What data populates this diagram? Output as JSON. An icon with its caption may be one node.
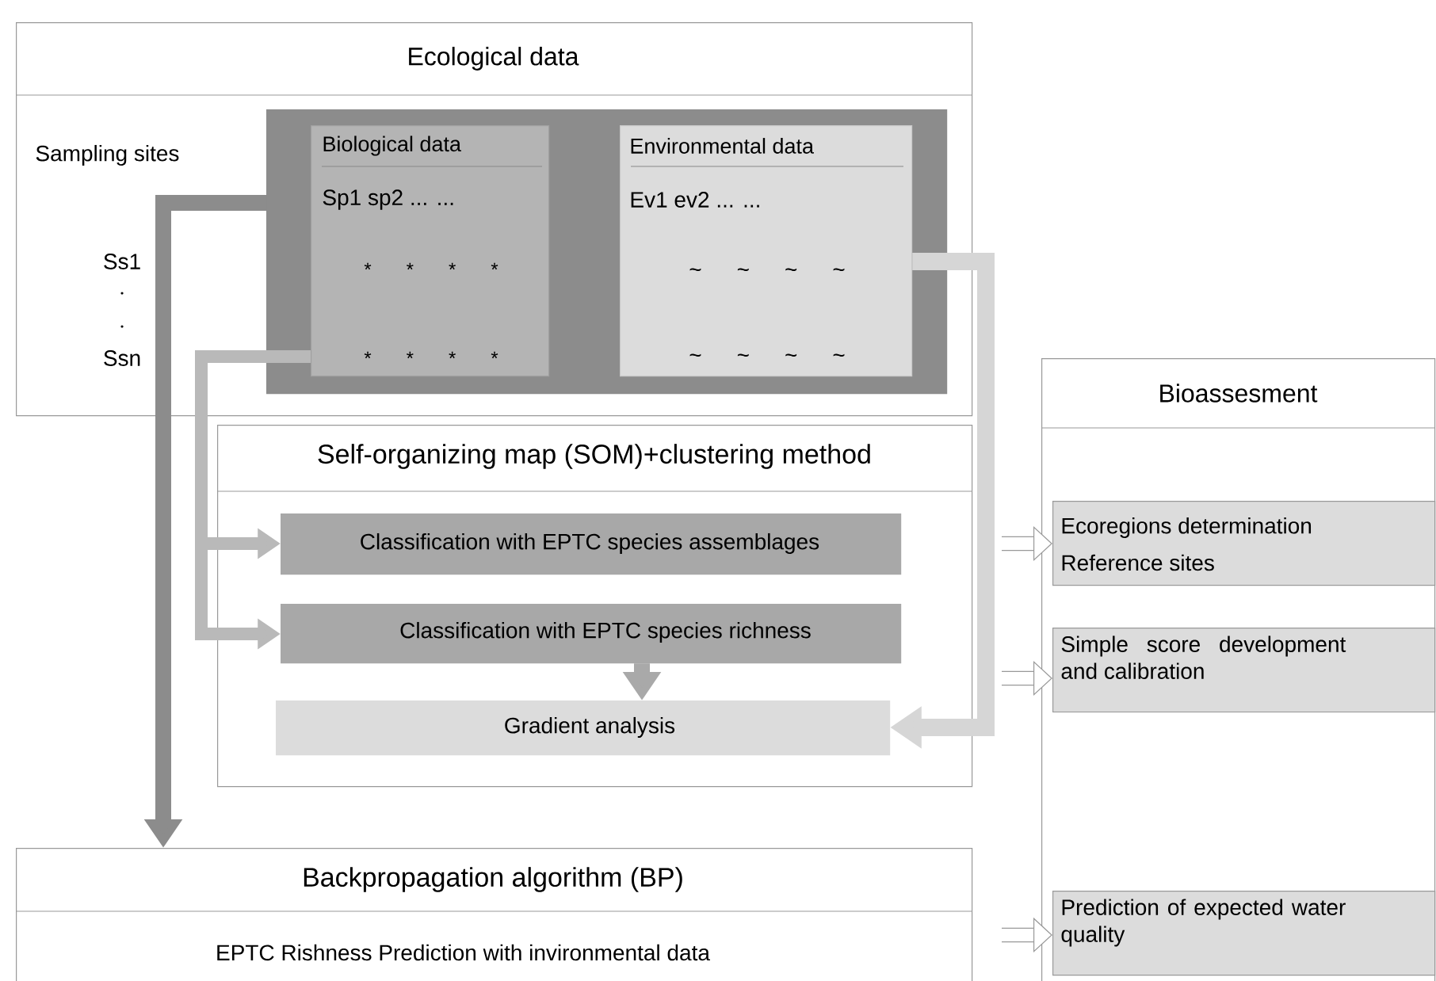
{
  "diagram": {
    "nodes": [
      {
        "text": [
          "Ecological data"
        ]
      },
      {
        "text": [],
        "shape": "box",
        "in": 0
      },
      {
        "text": [
          "Biological data",
          "Sp1 sp2 ... ...",
          "* * * *",
          "* * * *"
        ],
        "in": 1
      },
      {
        "text": [
          "Environmental data",
          "Ev1 ev2 ... ...",
          "~ ~ ~ ~",
          "~ ~ ~ ~"
        ],
        "in": 1
      },
      {
        "text": [
          "Self-organizing map (SOM)+clustering method"
        ]
      },
      {
        "text": [
          "Classification with EPTC species assemblages"
        ],
        "in": 4
      },
      {
        "text": [
          "Classification with EPTC species richness"
        ],
        "in": 4
      },
      {
        "text": [
          "Gradient analysis"
        ],
        "in": 4
      },
      {
        "text": [
          "Bioassesment"
        ]
      },
      {
        "text": [
          "Ecoregions determination",
          "Reference sites"
        ],
        "in": 8
      },
      {
        "text": [
          "Simple score development and calibration"
        ],
        "in": 8
      },
      {
        "text": [
          "Prediction of expected water quality"
        ],
        "in": 8
      },
      {
        "text": [
          "Backpropagation algorithm (BP)",
          "EPTC Rishness Prediction with invironmental data"
        ]
      }
    ],
    "edges": [
      {
        "from": 1,
        "to": 12,
        "arrow": "to",
        "color": "#8c8c8c"
      },
      {
        "from": 2,
        "to": 5,
        "arrow": "to",
        "color": "#b9b9b9"
      },
      {
        "from": 2,
        "to": 6,
        "arrow": "to",
        "color": "#b9b9b9"
      },
      {
        "from": 6,
        "to": 7,
        "arrow": "to",
        "color": "#a9a9a9"
      },
      {
        "from": 3,
        "to": 7,
        "arrow": "to",
        "color": "#d6d6d6"
      },
      {
        "from": null,
        "to": 9,
        "arrow": "to"
      },
      {
        "from": null,
        "to": 10,
        "arrow": "to"
      },
      {
        "from": null,
        "to": 11,
        "arrow": "to"
      }
    ],
    "labels": [
      "Sampling sites",
      "Ss1",
      "Ssn"
    ]
  }
}
